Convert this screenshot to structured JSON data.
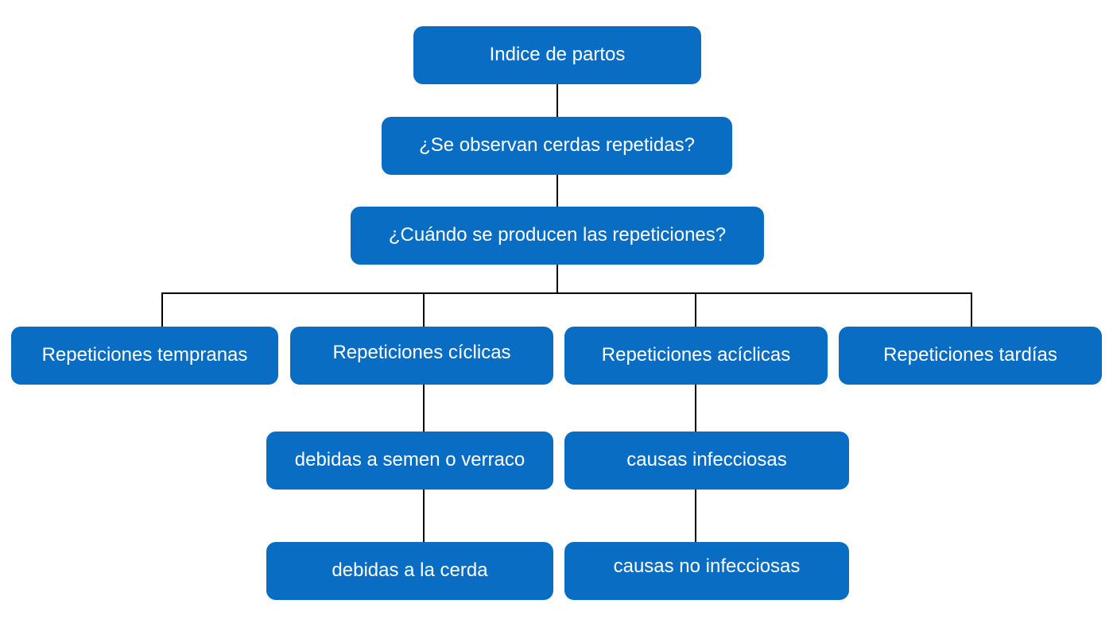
{
  "diagram": {
    "title": "Indice de partos flowchart",
    "colors": {
      "node_fill": "#0a6dc4",
      "node_text": "#ffffff",
      "connector": "#000000",
      "background": "#ffffff"
    },
    "nodes": {
      "indice": {
        "label": "Indice de partos"
      },
      "observan": {
        "label": "¿Se observan cerdas repetidas?"
      },
      "cuando": {
        "label": "¿Cuándo se producen las repeticiones?"
      },
      "tempranas": {
        "label": "Repeticiones tempranas"
      },
      "ciclicas": {
        "label": "Repeticiones cíclicas"
      },
      "aciclicas": {
        "label": "Repeticiones acíclicas"
      },
      "tardias": {
        "label": "Repeticiones tardías"
      },
      "semen": {
        "label": "debidas a semen o verraco"
      },
      "infecciosas": {
        "label": "causas infecciosas"
      },
      "cerda": {
        "label": "debidas a la cerda"
      },
      "noinfecciosas": {
        "label": "causas no infecciosas"
      }
    },
    "edges": [
      {
        "from": "indice",
        "to": "observan"
      },
      {
        "from": "observan",
        "to": "cuando"
      },
      {
        "from": "cuando",
        "to": "tempranas"
      },
      {
        "from": "cuando",
        "to": "ciclicas"
      },
      {
        "from": "cuando",
        "to": "aciclicas"
      },
      {
        "from": "cuando",
        "to": "tardias"
      },
      {
        "from": "ciclicas",
        "to": "semen"
      },
      {
        "from": "semen",
        "to": "cerda"
      },
      {
        "from": "aciclicas",
        "to": "infecciosas"
      },
      {
        "from": "infecciosas",
        "to": "noinfecciosas"
      }
    ]
  }
}
